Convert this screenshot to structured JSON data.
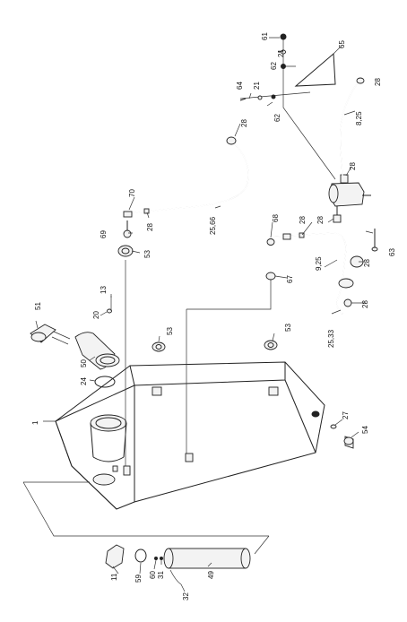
{
  "diagram": {
    "callouts": [
      {
        "id": "c61",
        "text": "61"
      },
      {
        "id": "c21a",
        "text": "21"
      },
      {
        "id": "c65",
        "text": "65"
      },
      {
        "id": "c62a",
        "text": "62"
      },
      {
        "id": "c64",
        "text": "64"
      },
      {
        "id": "c21b",
        "text": "21"
      },
      {
        "id": "c62b",
        "text": "62"
      },
      {
        "id": "c28a",
        "text": "28"
      },
      {
        "id": "c825",
        "text": "8,25"
      },
      {
        "id": "c28b",
        "text": "28"
      },
      {
        "id": "c28c",
        "text": "28"
      },
      {
        "id": "c70",
        "text": "70"
      },
      {
        "id": "c28d",
        "text": "28"
      },
      {
        "id": "c2566",
        "text": "25,66"
      },
      {
        "id": "c69",
        "text": "69"
      },
      {
        "id": "c53a",
        "text": "53"
      },
      {
        "id": "c68",
        "text": "68"
      },
      {
        "id": "c28e",
        "text": "28"
      },
      {
        "id": "c28f",
        "text": "28"
      },
      {
        "id": "c63",
        "text": "63"
      },
      {
        "id": "c925",
        "text": "9,25"
      },
      {
        "id": "c28g",
        "text": "28"
      },
      {
        "id": "c67",
        "text": "67"
      },
      {
        "id": "c28h",
        "text": "28"
      },
      {
        "id": "c2533",
        "text": "25,33"
      },
      {
        "id": "c13",
        "text": "13"
      },
      {
        "id": "c51",
        "text": "51"
      },
      {
        "id": "c20",
        "text": "20"
      },
      {
        "id": "c53b",
        "text": "53"
      },
      {
        "id": "c53c",
        "text": "53"
      },
      {
        "id": "c50",
        "text": "50"
      },
      {
        "id": "c24",
        "text": "24"
      },
      {
        "id": "c1",
        "text": "1"
      },
      {
        "id": "c27",
        "text": "27"
      },
      {
        "id": "c54",
        "text": "54"
      },
      {
        "id": "c11",
        "text": "11"
      },
      {
        "id": "c59",
        "text": "59"
      },
      {
        "id": "c60",
        "text": "60"
      },
      {
        "id": "c31",
        "text": "31"
      },
      {
        "id": "c49",
        "text": "49"
      },
      {
        "id": "c32",
        "text": "32"
      }
    ]
  }
}
